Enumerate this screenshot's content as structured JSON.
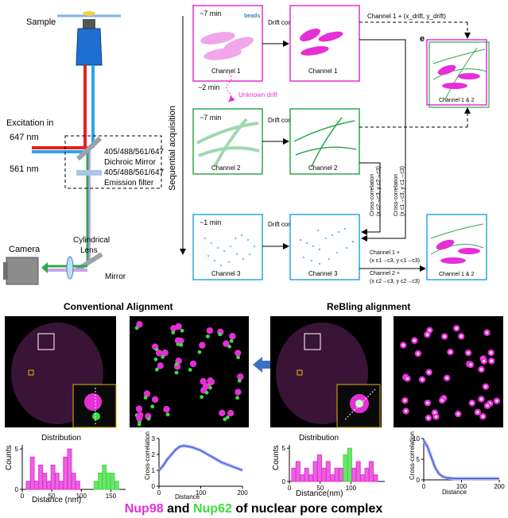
{
  "setup": {
    "sample": "Sample",
    "excitation_in": "Excitation in",
    "wl_647": "647 nm",
    "wl_561": "561 nm",
    "dichroic_1": "405/488/561/647",
    "dichroic_2": "Dichroic Mirror",
    "emission_1": "405/488/561/647",
    "emission_2": "Emission filter",
    "camera": "Camera",
    "cyl_1": "Cylindrical",
    "cyl_2": "Lens",
    "mirror": "Mirror",
    "seq_acq": "Sequential acquisition"
  },
  "workflow": {
    "t1": "~7 min",
    "t2": "~2 min",
    "unknown_drift": "Unknown drift",
    "t3": "~7 min",
    "t4": "~1 min",
    "beads": "beads",
    "drift_correction": "Drift correction",
    "ch1": "Channel 1",
    "ch2": "Channel 2",
    "ch3": "Channel 3",
    "ch12": "Channel 1 & 2",
    "ch1_shift": "Channel 1 + (x_drift, y_drift)",
    "panel_e": "e",
    "xcorr": "Cross-correlation",
    "xcorr_a": "(x c2→c3, y c2→c3)",
    "xcorr_b": "(x c1→c3, y c1→c3)",
    "ch1_plus": "Channel 1 +",
    "ch1_shift2": "(x c1→c3, y c1→c3)",
    "ch2_plus": "Channel 2 +",
    "ch2_shift2": "(x c2→c3, y c2→c3)"
  },
  "bottom": {
    "conv_title": "Conventional Alignment",
    "rebling_title": "ReBling alignment",
    "distribution": "Distribution",
    "counts": "Counts",
    "distance_nm": "Distance (nm)",
    "distance_nm2": "Distance(nm)",
    "xcorr_label": "Cross-correlation",
    "distance": "Distance",
    "footer_nup98": "Nup98",
    "footer_and": " and ",
    "footer_nup62": "Nup62",
    "footer_rest": " of nuclear pore complex",
    "magenta": "#e62fd6",
    "green": "#3ddc3d"
  },
  "chart_data": [
    {
      "type": "bar",
      "title": "Distribution",
      "xlabel": "Distance (nm)",
      "ylabel": "Counts",
      "xlim": [
        0,
        175
      ],
      "ylim": [
        0,
        5.5
      ],
      "xticks": [
        0,
        50,
        100,
        150
      ],
      "yticks": [
        0,
        5
      ],
      "series": [
        {
          "x": [
            10,
            17,
            24,
            31,
            38,
            45,
            52,
            59,
            66,
            73,
            80,
            87,
            94,
            101,
            108
          ],
          "values": [
            1,
            4,
            1,
            3,
            2,
            1,
            3,
            2,
            1,
            4,
            5,
            2,
            1,
            0,
            0
          ]
        },
        {
          "x": [
            125,
            132,
            139,
            146,
            153,
            160
          ],
          "values": [
            1,
            2,
            3,
            2,
            2,
            1
          ]
        }
      ]
    },
    {
      "type": "line",
      "xlabel": "Distance",
      "ylabel": "Cross-correlation",
      "xlim": [
        0,
        200
      ],
      "ylim": [
        0,
        3
      ],
      "xticks": [
        0,
        100,
        200
      ],
      "yticks": [
        0,
        1,
        2,
        3
      ],
      "x": [
        0,
        10,
        20,
        30,
        40,
        50,
        60,
        70,
        80,
        90,
        100,
        110,
        120,
        130,
        140,
        150,
        160,
        170,
        180,
        190,
        200
      ],
      "y": [
        1.0,
        1.3,
        1.7,
        2.0,
        2.3,
        2.5,
        2.55,
        2.5,
        2.45,
        2.35,
        2.25,
        2.1,
        1.95,
        1.8,
        1.65,
        1.5,
        1.4,
        1.3,
        1.2,
        1.1,
        1.0
      ]
    },
    {
      "type": "bar",
      "title": "Distribution",
      "xlabel": "Distance(nm)",
      "ylabel": "Counts",
      "xlim": [
        0,
        155
      ],
      "ylim": [
        0,
        5.5
      ],
      "xticks": [
        0,
        50,
        100
      ],
      "yticks": [
        0,
        5
      ],
      "series": [
        {
          "x": [
            7,
            14,
            21,
            28,
            35,
            42,
            49,
            56,
            63,
            70,
            77,
            84
          ],
          "values": [
            2,
            3,
            1,
            2,
            1,
            3,
            4,
            2,
            3,
            1,
            2,
            2
          ]
        },
        {
          "x": [
            91,
            98
          ],
          "values": [
            4,
            5
          ]
        },
        {
          "x": [
            105,
            112,
            119,
            126,
            133,
            140
          ],
          "values": [
            2,
            3,
            1,
            2,
            3,
            1
          ]
        }
      ]
    },
    {
      "type": "line",
      "xlabel": "Distance",
      "ylabel": "Cross-correlation",
      "xlim": [
        0,
        200
      ],
      "ylim": [
        0,
        10
      ],
      "xticks": [
        0,
        100,
        200
      ],
      "yticks": [
        0,
        5,
        10
      ],
      "x": [
        0,
        10,
        20,
        30,
        40,
        50,
        60,
        70,
        80,
        90,
        100,
        120,
        140,
        160,
        180,
        200
      ],
      "y": [
        9.5,
        8.0,
        5.5,
        3.0,
        1.5,
        0.8,
        0.5,
        0.4,
        0.3,
        0.3,
        0.3,
        0.3,
        0.3,
        0.3,
        0.3,
        0.3
      ]
    }
  ]
}
